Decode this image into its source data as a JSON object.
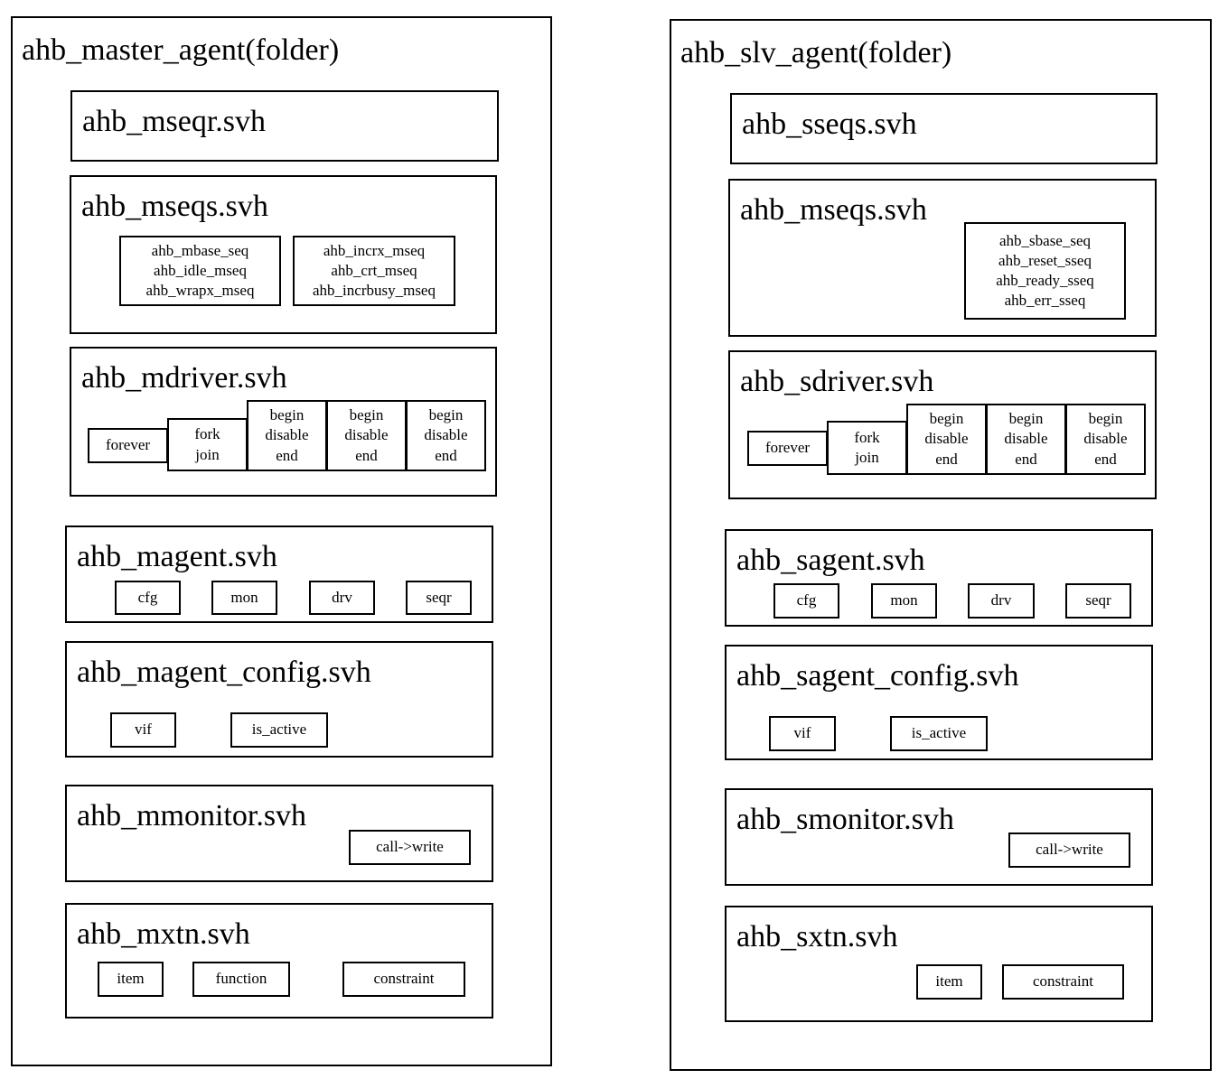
{
  "master": {
    "folder": "ahb_master_agent(folder)",
    "mseqr": {
      "title": "ahb_mseqr.svh"
    },
    "mseqs": {
      "title": "ahb_mseqs.svh",
      "group1": [
        "ahb_mbase_seq",
        "ahb_idle_mseq",
        "ahb_wrapx_mseq"
      ],
      "group2": [
        "ahb_incrx_mseq",
        "ahb_crt_mseq",
        "ahb_incrbusy_mseq"
      ]
    },
    "mdriver": {
      "title": "ahb_mdriver.svh",
      "forever": "forever",
      "fork": [
        "fork",
        "join"
      ],
      "bde1": [
        "begin",
        "disable",
        "end"
      ],
      "bde2": [
        "begin",
        "disable",
        "end"
      ],
      "bde3": [
        "begin",
        "disable",
        "end"
      ]
    },
    "magent": {
      "title": "ahb_magent.svh",
      "items": [
        "cfg",
        "mon",
        "drv",
        "seqr"
      ]
    },
    "config": {
      "title": "ahb_magent_config.svh",
      "items": [
        "vif",
        "is_active"
      ]
    },
    "monitor": {
      "title": "ahb_mmonitor.svh",
      "item": "call->write"
    },
    "xtn": {
      "title": "ahb_mxtn.svh",
      "items": [
        "item",
        "function",
        "constraint"
      ]
    }
  },
  "slave": {
    "folder": "ahb_slv_agent(folder)",
    "sseqs": {
      "title": "ahb_sseqs.svh"
    },
    "mseqs": {
      "title": "ahb_mseqs.svh",
      "group": [
        "ahb_sbase_seq",
        "ahb_reset_sseq",
        "ahb_ready_sseq",
        "ahb_err_sseq"
      ]
    },
    "sdriver": {
      "title": "ahb_sdriver.svh",
      "forever": "forever",
      "fork": [
        "fork",
        "join"
      ],
      "bde1": [
        "begin",
        "disable",
        "end"
      ],
      "bde2": [
        "begin",
        "disable",
        "end"
      ],
      "bde3": [
        "begin",
        "disable",
        "end"
      ]
    },
    "sagent": {
      "title": "ahb_sagent.svh",
      "items": [
        "cfg",
        "mon",
        "drv",
        "seqr"
      ]
    },
    "config": {
      "title": "ahb_sagent_config.svh",
      "items": [
        "vif",
        "is_active"
      ]
    },
    "monitor": {
      "title": "ahb_smonitor.svh",
      "item": "call->write"
    },
    "xtn": {
      "title": "ahb_sxtn.svh",
      "items": [
        "item",
        "constraint"
      ]
    }
  }
}
